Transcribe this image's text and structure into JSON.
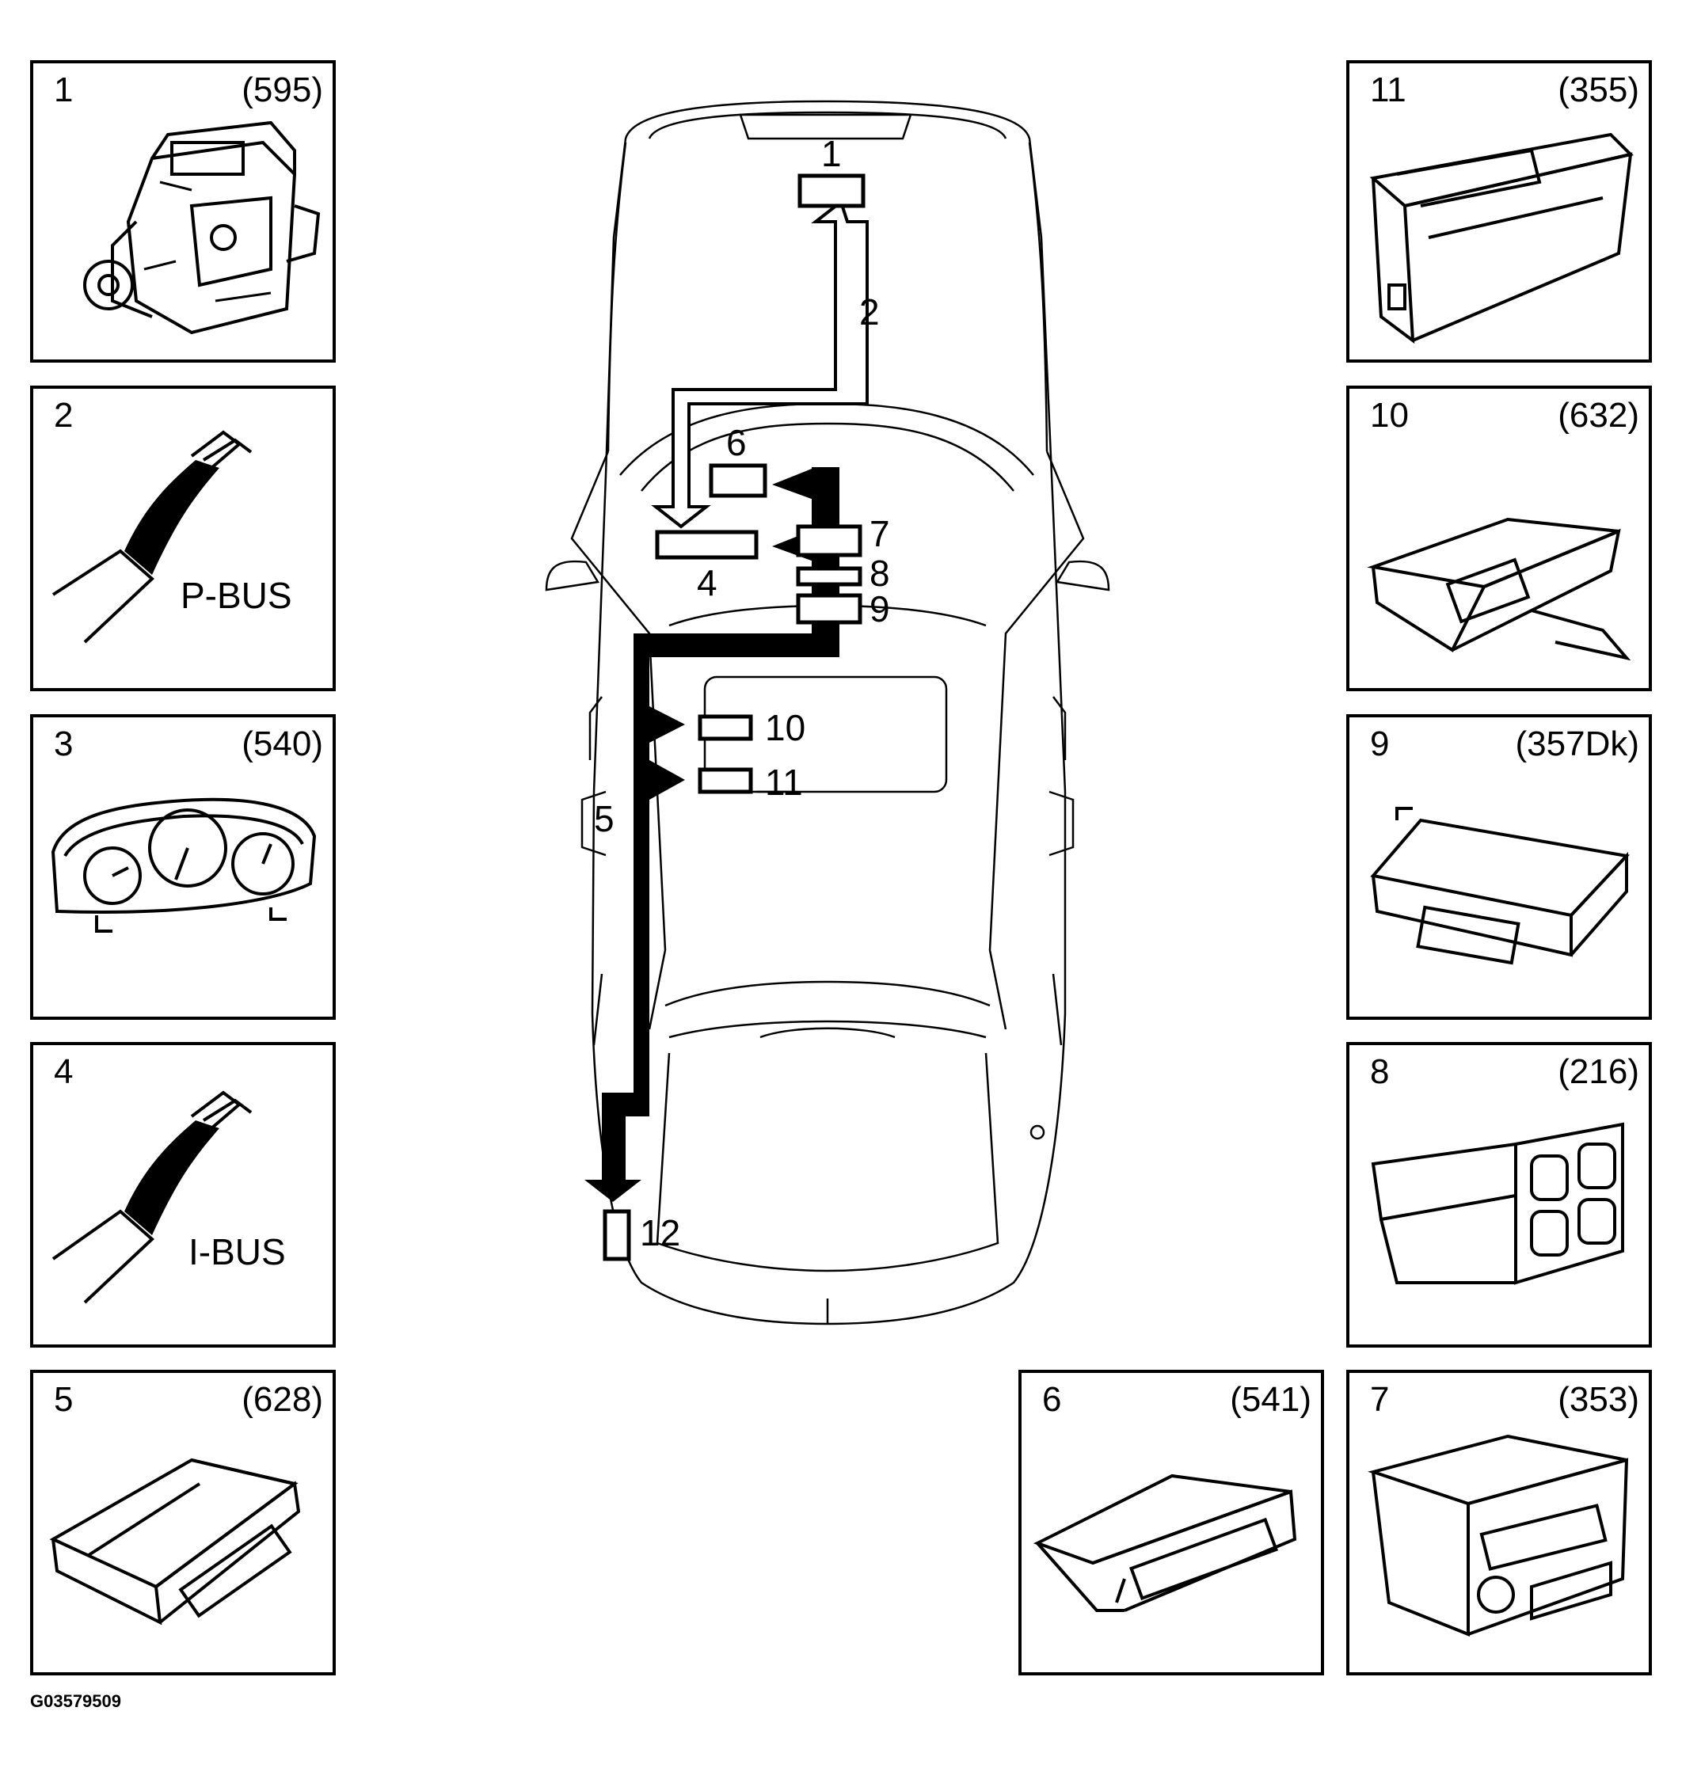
{
  "figure_code": "G03579509",
  "panels": [
    {
      "num": "1",
      "code": "(595)"
    },
    {
      "num": "2",
      "code": "",
      "label": "P-BUS"
    },
    {
      "num": "3",
      "code": "(540)"
    },
    {
      "num": "4",
      "code": "",
      "label": "I-BUS"
    },
    {
      "num": "5",
      "code": "(628)"
    },
    {
      "num": "6",
      "code": "(541)"
    },
    {
      "num": "7",
      "code": "(353)"
    },
    {
      "num": "8",
      "code": "(216)"
    },
    {
      "num": "9",
      "code": "(357Dk)"
    },
    {
      "num": "10",
      "code": "(632)"
    },
    {
      "num": "11",
      "code": "(355)"
    }
  ],
  "car_labels": {
    "n1": "1",
    "n2": "2",
    "n4": "4",
    "n5": "5",
    "n6": "6",
    "n7": "7",
    "n8": "8",
    "n9": "9",
    "n10": "10",
    "n11": "11",
    "n12": "12"
  }
}
